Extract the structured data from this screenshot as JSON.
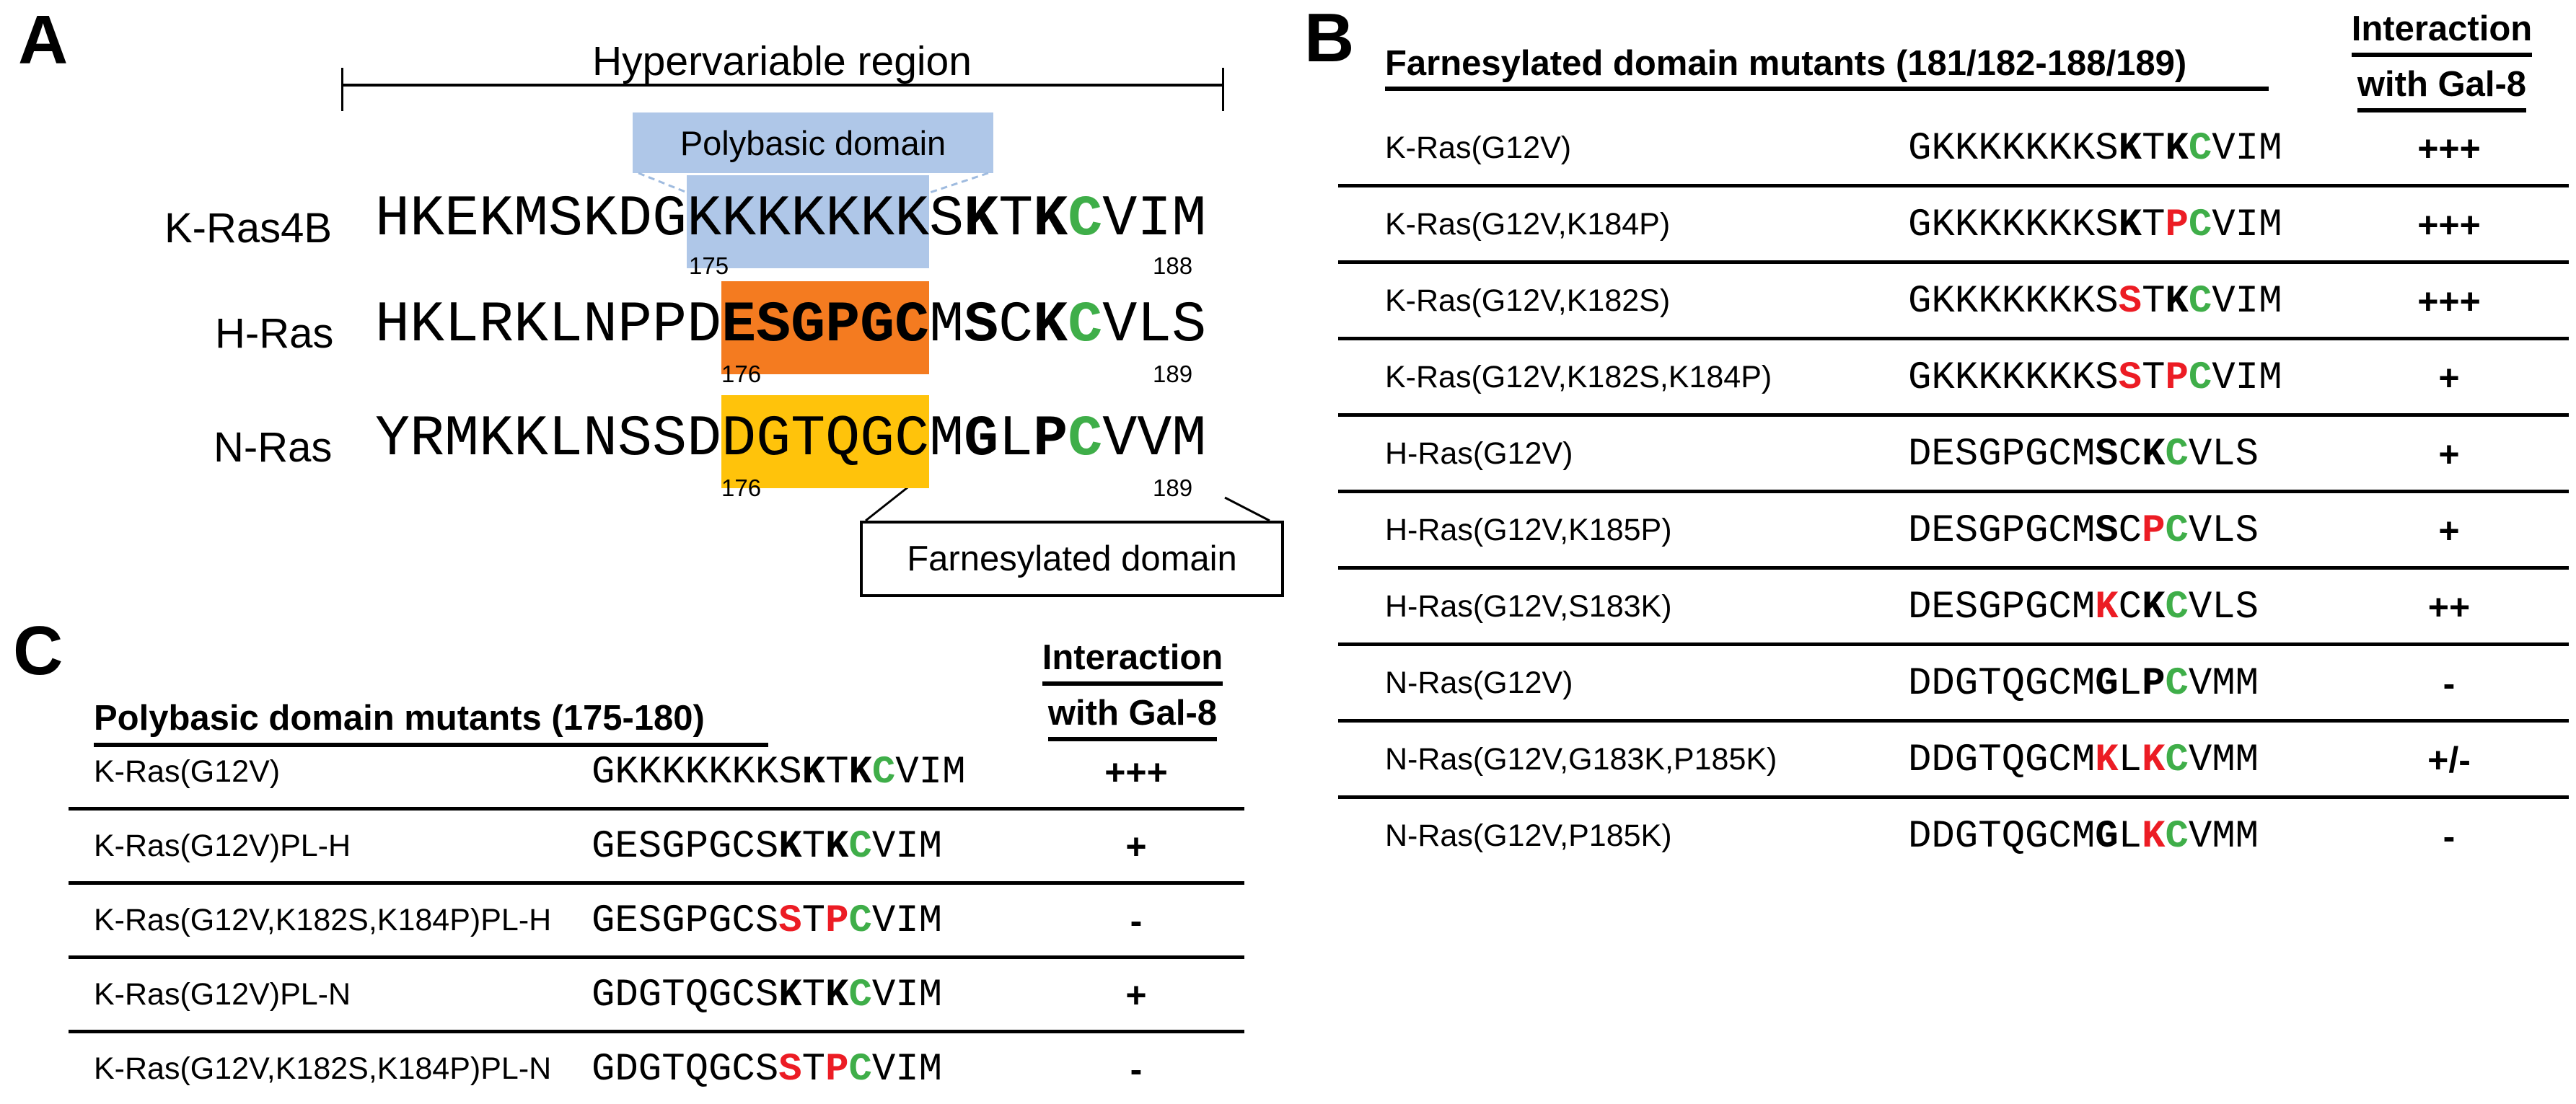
{
  "colors": {
    "blue_highlight": "#AFC7E8",
    "orange_highlight": "#F47B20",
    "yellow_highlight": "#FFC30B",
    "green_residue": "#3FAE49",
    "red_residue": "#EC1C24"
  },
  "panel_a": {
    "label": "A",
    "bracket_label": "Hypervariable region",
    "polybasic_label": "Polybasic domain",
    "farnesylated_label": "Farnesylated domain",
    "rows": [
      {
        "name": "K-Ras4B",
        "start_label": "175",
        "end_label": "188",
        "highlight": "blue_highlight",
        "segments": [
          [
            "HKEKMSKDG",
            "n"
          ],
          [
            "KKKKKKK",
            "hl"
          ],
          [
            "S",
            "n"
          ],
          [
            "K",
            "b"
          ],
          [
            "T",
            "n"
          ],
          [
            "K",
            "b"
          ],
          [
            "C",
            "g"
          ],
          [
            "VIM",
            "n"
          ]
        ]
      },
      {
        "name": "H-Ras",
        "start_label": "176",
        "end_label": "189",
        "highlight": "orange_highlight",
        "segments": [
          [
            "HKLRKLNPPD",
            "n"
          ],
          [
            "ESGPGC",
            "hlb"
          ],
          [
            "M",
            "n"
          ],
          [
            "S",
            "b"
          ],
          [
            "C",
            "n"
          ],
          [
            "K",
            "b"
          ],
          [
            "C",
            "g"
          ],
          [
            "VLS",
            "n"
          ]
        ]
      },
      {
        "name": "N-Ras",
        "start_label": "176",
        "end_label": "189",
        "highlight": "yellow_highlight",
        "segments": [
          [
            "YRMKKLNSSD",
            "n"
          ],
          [
            "DGTQGC",
            "hl"
          ],
          [
            "M",
            "n"
          ],
          [
            "G",
            "b"
          ],
          [
            "L",
            "n"
          ],
          [
            "P",
            "b"
          ],
          [
            "C",
            "g"
          ],
          [
            "VVM",
            "n"
          ]
        ]
      }
    ]
  },
  "panel_b": {
    "label": "B",
    "header": "Farnesylated domain mutants (181/182-188/189)",
    "interaction_line1": "Interaction",
    "interaction_line2": "with Gal-8",
    "rows": [
      {
        "name": "K-Ras(G12V)",
        "segments": [
          [
            "GKKKKKKKS",
            "n"
          ],
          [
            "K",
            "b"
          ],
          [
            "T",
            "n"
          ],
          [
            "K",
            "b"
          ],
          [
            "C",
            "g"
          ],
          [
            "VIM",
            "n"
          ]
        ],
        "interaction": "+++"
      },
      {
        "name": "K-Ras(G12V,K184P)",
        "segments": [
          [
            "GKKKKKKKS",
            "n"
          ],
          [
            "K",
            "b"
          ],
          [
            "T",
            "n"
          ],
          [
            "P",
            "r"
          ],
          [
            "C",
            "g"
          ],
          [
            "VIM",
            "n"
          ]
        ],
        "interaction": "+++"
      },
      {
        "name": "K-Ras(G12V,K182S)",
        "segments": [
          [
            "GKKKKKKKS",
            "n"
          ],
          [
            "S",
            "r"
          ],
          [
            "T",
            "n"
          ],
          [
            "K",
            "b"
          ],
          [
            "C",
            "g"
          ],
          [
            "VIM",
            "n"
          ]
        ],
        "interaction": "+++"
      },
      {
        "name": "K-Ras(G12V,K182S,K184P)",
        "segments": [
          [
            "GKKKKKKKS",
            "n"
          ],
          [
            "S",
            "r"
          ],
          [
            "T",
            "n"
          ],
          [
            "P",
            "r"
          ],
          [
            "C",
            "g"
          ],
          [
            "VIM",
            "n"
          ]
        ],
        "interaction": "+"
      },
      {
        "name": "H-Ras(G12V)",
        "segments": [
          [
            "DESGPGCM",
            "n"
          ],
          [
            "S",
            "b"
          ],
          [
            "C",
            "n"
          ],
          [
            "K",
            "b"
          ],
          [
            "C",
            "g"
          ],
          [
            "VLS",
            "n"
          ]
        ],
        "interaction": "+"
      },
      {
        "name": "H-Ras(G12V,K185P)",
        "segments": [
          [
            "DESGPGCM",
            "n"
          ],
          [
            "S",
            "b"
          ],
          [
            "C",
            "n"
          ],
          [
            "P",
            "r"
          ],
          [
            "C",
            "g"
          ],
          [
            "VLS",
            "n"
          ]
        ],
        "interaction": "+"
      },
      {
        "name": "H-Ras(G12V,S183K)",
        "segments": [
          [
            "DESGPGCM",
            "n"
          ],
          [
            "K",
            "r"
          ],
          [
            "C",
            "n"
          ],
          [
            "K",
            "b"
          ],
          [
            "C",
            "g"
          ],
          [
            "VLS",
            "n"
          ]
        ],
        "interaction": "++"
      },
      {
        "name": "N-Ras(G12V)",
        "segments": [
          [
            "DDGTQGCM",
            "n"
          ],
          [
            "G",
            "b"
          ],
          [
            "L",
            "n"
          ],
          [
            "P",
            "b"
          ],
          [
            "C",
            "g"
          ],
          [
            "VMM",
            "n"
          ]
        ],
        "interaction": "-"
      },
      {
        "name": "N-Ras(G12V,G183K,P185K)",
        "segments": [
          [
            "DDGTQGCM",
            "n"
          ],
          [
            "K",
            "r"
          ],
          [
            "L",
            "n"
          ],
          [
            "K",
            "r"
          ],
          [
            "C",
            "g"
          ],
          [
            "VMM",
            "n"
          ]
        ],
        "interaction": "+/-"
      },
      {
        "name": "N-Ras(G12V,P185K)",
        "segments": [
          [
            "DDGTQGCM",
            "n"
          ],
          [
            "G",
            "b"
          ],
          [
            "L",
            "n"
          ],
          [
            "K",
            "r"
          ],
          [
            "C",
            "g"
          ],
          [
            "VMM",
            "n"
          ]
        ],
        "interaction": "-"
      }
    ]
  },
  "panel_c": {
    "label": "C",
    "header": "Polybasic domain mutants (175-180)",
    "interaction_line1": "Interaction",
    "interaction_line2": "with Gal-8",
    "rows": [
      {
        "name": "K-Ras(G12V)",
        "segments": [
          [
            "GKKKKKKKS",
            "n"
          ],
          [
            "K",
            "b"
          ],
          [
            "T",
            "n"
          ],
          [
            "K",
            "b"
          ],
          [
            "C",
            "g"
          ],
          [
            "VIM",
            "n"
          ]
        ],
        "interaction": "+++"
      },
      {
        "name": "K-Ras(G12V)PL-H",
        "segments": [
          [
            "GESGPGCS",
            "n"
          ],
          [
            "K",
            "b"
          ],
          [
            "T",
            "n"
          ],
          [
            "K",
            "b"
          ],
          [
            "C",
            "g"
          ],
          [
            "VIM",
            "n"
          ]
        ],
        "interaction": "+"
      },
      {
        "name": "K-Ras(G12V,K182S,K184P)PL-H",
        "segments": [
          [
            "GESGPGCS",
            "n"
          ],
          [
            "S",
            "r"
          ],
          [
            "T",
            "n"
          ],
          [
            "P",
            "r"
          ],
          [
            "C",
            "g"
          ],
          [
            "VIM",
            "n"
          ]
        ],
        "interaction": "-"
      },
      {
        "name": "K-Ras(G12V)PL-N",
        "segments": [
          [
            "GDGTQGCS",
            "n"
          ],
          [
            "K",
            "b"
          ],
          [
            "T",
            "n"
          ],
          [
            "K",
            "b"
          ],
          [
            "C",
            "g"
          ],
          [
            "VIM",
            "n"
          ]
        ],
        "interaction": "+"
      },
      {
        "name": "K-Ras(G12V,K182S,K184P)PL-N",
        "segments": [
          [
            "GDGTQGCS",
            "n"
          ],
          [
            "S",
            "r"
          ],
          [
            "T",
            "n"
          ],
          [
            "P",
            "r"
          ],
          [
            "C",
            "g"
          ],
          [
            "VIM",
            "n"
          ]
        ],
        "interaction": "-"
      }
    ]
  }
}
